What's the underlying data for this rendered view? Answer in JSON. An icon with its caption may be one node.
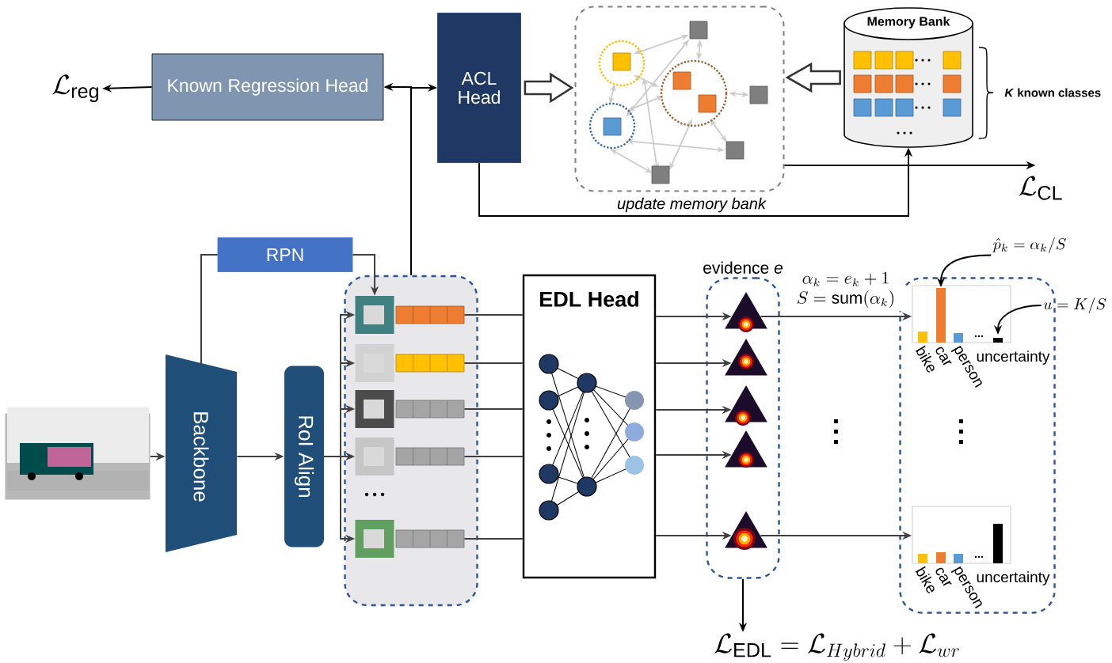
{
  "diagram": {
    "nodes": [
      {
        "text": [
          "\\mathcal{L}_{\\mathrm{reg}}"
        ]
      },
      {
        "text": [
          "Known Regression Head"
        ]
      },
      {
        "text": [
          "ACL Head"
        ]
      },
      {
        "text": [],
        "shape": "box"
      },
      {
        "text": [
          "Memory Bank"
        ],
        "beside": [
          "*K* known classes"
        ]
      },
      {
        "text": [
          "\\mathcal{L}_{\\mathrm{CL}}"
        ]
      },
      {
        "text": [
          "RPN"
        ]
      },
      {
        "text": [],
        "shape": "picture"
      },
      {
        "text": [
          "Backbone"
        ]
      },
      {
        "text": [
          "RoI Align"
        ]
      },
      {
        "text": [],
        "shape": "box"
      },
      {
        "text": [],
        "shape": "picture",
        "in": 10
      },
      {
        "text": [],
        "shape": "picture",
        "in": 10
      },
      {
        "text": [],
        "shape": "picture",
        "in": 10
      },
      {
        "text": [],
        "shape": "picture",
        "in": 10
      },
      {
        "text": [],
        "shape": "picture",
        "in": 10
      },
      {
        "text": [],
        "shape": "bar",
        "in": 10
      },
      {
        "text": [],
        "shape": "bar",
        "in": 10
      },
      {
        "text": [],
        "shape": "bar",
        "in": 10
      },
      {
        "text": [],
        "shape": "bar",
        "in": 10
      },
      {
        "text": [],
        "shape": "bar",
        "in": 10
      },
      {
        "text": [
          "EDL Head"
        ]
      },
      {
        "text": [
          "evidence *e*"
        ]
      },
      {
        "text": [],
        "shape": "triangle",
        "in": 22
      },
      {
        "text": [],
        "shape": "triangle",
        "in": 22
      },
      {
        "text": [],
        "shape": "triangle",
        "in": 22
      },
      {
        "text": [],
        "shape": "triangle",
        "in": 22
      },
      {
        "text": [],
        "shape": "triangle",
        "in": 22
      },
      {
        "text": [],
        "shape": "box"
      },
      {
        "text": [],
        "shape": "picture",
        "in": 28,
        "beside": [
          "bike",
          "car",
          "person",
          "uncertainty"
        ]
      },
      {
        "text": [],
        "shape": "picture",
        "in": 28,
        "beside": [
          "bike",
          "car",
          "person",
          "uncertainty"
        ]
      },
      {
        "text": [
          "\\hat{p}_k = \\alpha_k / S"
        ]
      },
      {
        "text": [
          "u = K/S"
        ]
      },
      {
        "text": [
          "\\mathcal{L}_{\\mathrm{EDL}} = \\mathcal{L}_{Hybrid} + \\mathcal{L}_{wr}"
        ]
      }
    ],
    "edges": [
      {
        "from": 7,
        "to": 8,
        "arrow": "to"
      },
      {
        "from": 8,
        "to": 9,
        "arrow": "to"
      },
      {
        "from": 8,
        "to": 6,
        "arrow": "none"
      },
      {
        "from": 6,
        "to": 11,
        "arrow": "to"
      },
      {
        "from": 9,
        "to": 11,
        "arrow": "to"
      },
      {
        "from": 9,
        "to": 12,
        "arrow": "to"
      },
      {
        "from": 9,
        "to": 13,
        "arrow": "to"
      },
      {
        "from": 9,
        "to": 14,
        "arrow": "to"
      },
      {
        "from": 9,
        "to": 15,
        "arrow": "to"
      },
      {
        "from": 16,
        "to": 21,
        "arrow": "none"
      },
      {
        "from": 17,
        "to": 21,
        "arrow": "none"
      },
      {
        "from": 18,
        "to": 21,
        "arrow": "none"
      },
      {
        "from": 19,
        "to": 21,
        "arrow": "none"
      },
      {
        "from": 20,
        "to": 21,
        "arrow": "none"
      },
      {
        "from": 21,
        "to": 23,
        "arrow": "to"
      },
      {
        "from": 21,
        "to": 24,
        "arrow": "to"
      },
      {
        "from": 21,
        "to": 25,
        "arrow": "to"
      },
      {
        "from": 21,
        "to": 26,
        "arrow": "to"
      },
      {
        "from": 21,
        "to": 27,
        "arrow": "to"
      },
      {
        "from": 23,
        "to": 29,
        "arrow": "to",
        "label": "\\begin{array}{c}\\alpha_k = e_k + 1\\\\ S = \\mathrm{sum}(\\alpha_k)\\end{array}"
      },
      {
        "from": 27,
        "to": 30,
        "arrow": "to"
      },
      {
        "from": 22,
        "to": 33,
        "arrow": "to"
      },
      {
        "from": 10,
        "to": 1,
        "arrow": "to"
      },
      {
        "from": 10,
        "to": 2,
        "arrow": "to"
      },
      {
        "from": 1,
        "to": 0,
        "arrow": "to"
      },
      {
        "from": 2,
        "to": 3,
        "arrow": "to"
      },
      {
        "from": 4,
        "to": 3,
        "arrow": "to"
      },
      {
        "from": 3,
        "to": 5,
        "arrow": "to"
      },
      {
        "from": 2,
        "to": 4,
        "arrow": "to",
        "label": "update memory bank"
      },
      {
        "from": 31,
        "to": 29,
        "arrow": "to"
      },
      {
        "from": 32,
        "to": 29,
        "arrow": "to"
      }
    ]
  }
}
